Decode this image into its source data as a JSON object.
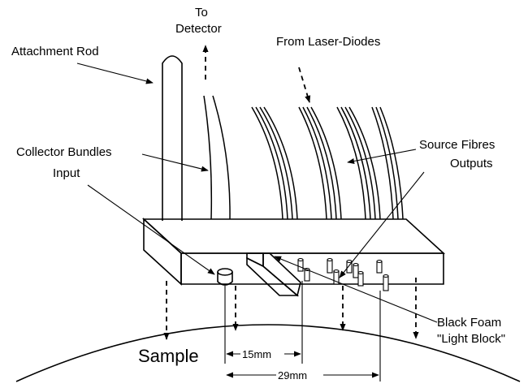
{
  "labels": {
    "attachment_rod": "Attachment Rod",
    "to": "To",
    "detector": "Detector",
    "from_laser_diodes": "From Laser-Diodes",
    "collector_bundles": "Collector Bundles",
    "input": "Input",
    "source_fibres": "Source Fibres",
    "outputs": "Outputs",
    "black_foam": "Black Foam",
    "light_block": "\"Light Block\"",
    "sample": "Sample",
    "dim_15": "15mm",
    "dim_29": "29mm"
  }
}
